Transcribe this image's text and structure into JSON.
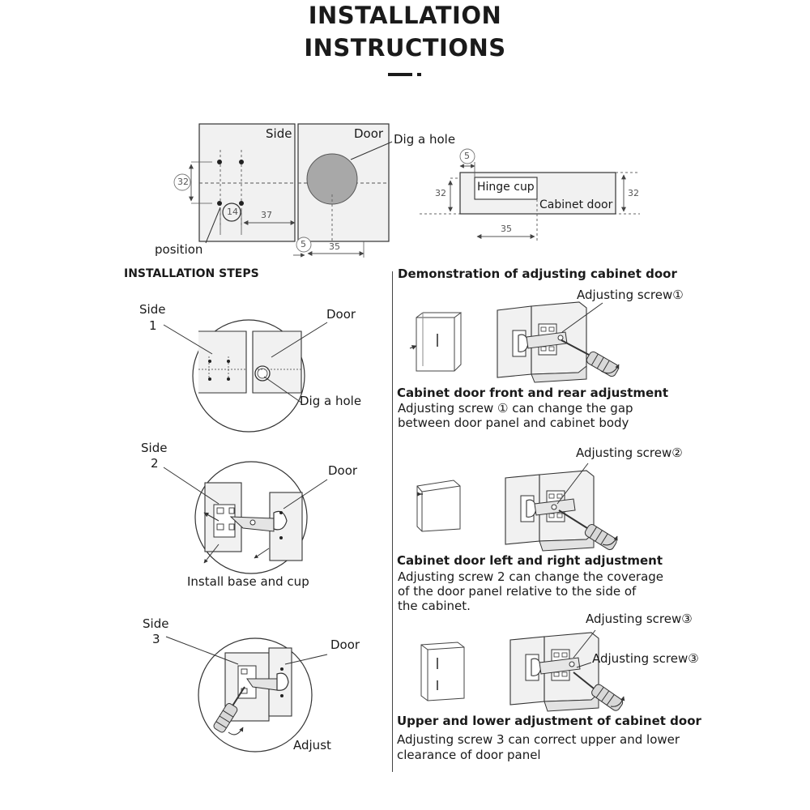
{
  "header": {
    "title_line1": "INSTALLATION",
    "title_line2": "INSTRUCTIONS"
  },
  "dimension_diagram": {
    "side_label": "Side",
    "door_label": "Door",
    "dig_hole_label": "Dig a hole",
    "position_label": "position",
    "dim_32": "32",
    "dim_14": "14",
    "dim_37": "37",
    "dim_5": "5",
    "dim_35": "35",
    "hinge_cup_label": "Hinge cup",
    "cabinet_door_label": "Cabinet door"
  },
  "installation_steps": {
    "heading": "INSTALLATION STEPS",
    "step1": {
      "side": "Side",
      "num": "1",
      "door": "Door",
      "caption": "Dig a hole"
    },
    "step2": {
      "side": "Side",
      "num": "2",
      "door": "Door",
      "caption": "Install base and cup"
    },
    "step3": {
      "side": "Side",
      "num": "3",
      "door": "Door",
      "caption": "Adjust"
    }
  },
  "demonstration": {
    "heading": "Demonstration of adjusting cabinet door",
    "adj1": {
      "screw_label": "Adjusting screw①",
      "title": "Cabinet door front and rear adjustment",
      "line1": "Adjusting screw ① can change the gap",
      "line2": "between door panel and cabinet body"
    },
    "adj2": {
      "screw_label": "Adjusting screw②",
      "title": "Cabinet door left and right adjustment",
      "line1": "Adjusting screw 2 can change the coverage",
      "line2": "of the door panel relative to the side of",
      "line3": "the cabinet."
    },
    "adj3": {
      "screw_label_a": "Adjusting screw③",
      "screw_label_b": "Adjusting screw③",
      "title": "Upper and lower adjustment of cabinet door",
      "line1": "Adjusting screw 3 can correct upper and lower",
      "line2": "clearance of door panel"
    }
  }
}
